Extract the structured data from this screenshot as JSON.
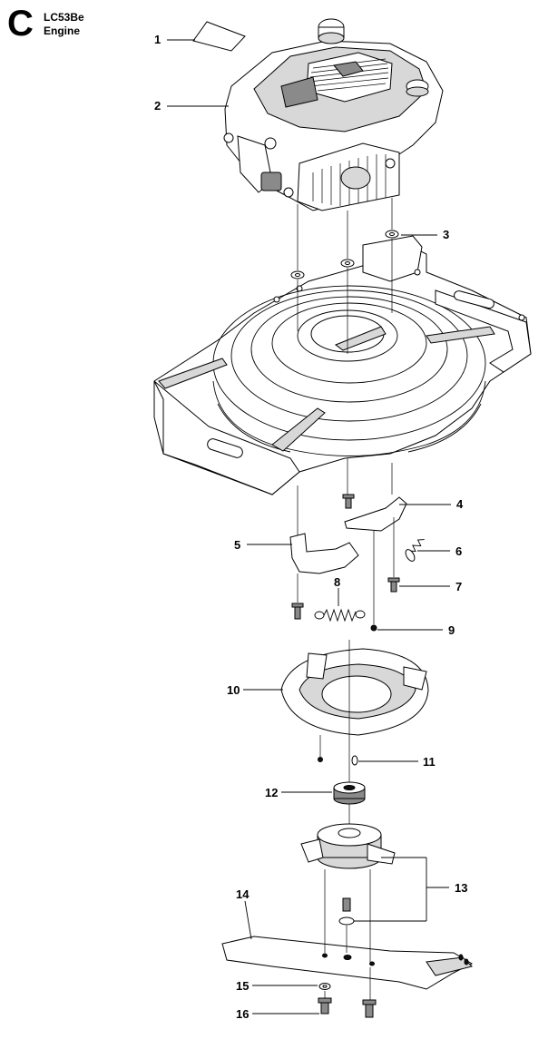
{
  "header": {
    "section_letter": "C",
    "model": "LC53Be",
    "group": "Engine"
  },
  "callouts": [
    {
      "id": "1",
      "label": "1"
    },
    {
      "id": "2",
      "label": "2"
    },
    {
      "id": "3",
      "label": "3"
    },
    {
      "id": "4",
      "label": "4"
    },
    {
      "id": "5",
      "label": "5"
    },
    {
      "id": "6",
      "label": "6"
    },
    {
      "id": "7",
      "label": "7"
    },
    {
      "id": "8",
      "label": "8"
    },
    {
      "id": "9",
      "label": "9"
    },
    {
      "id": "10",
      "label": "10"
    },
    {
      "id": "11",
      "label": "11"
    },
    {
      "id": "12",
      "label": "12"
    },
    {
      "id": "13",
      "label": "13"
    },
    {
      "id": "14",
      "label": "14"
    },
    {
      "id": "15",
      "label": "15"
    },
    {
      "id": "16",
      "label": "16"
    }
  ]
}
